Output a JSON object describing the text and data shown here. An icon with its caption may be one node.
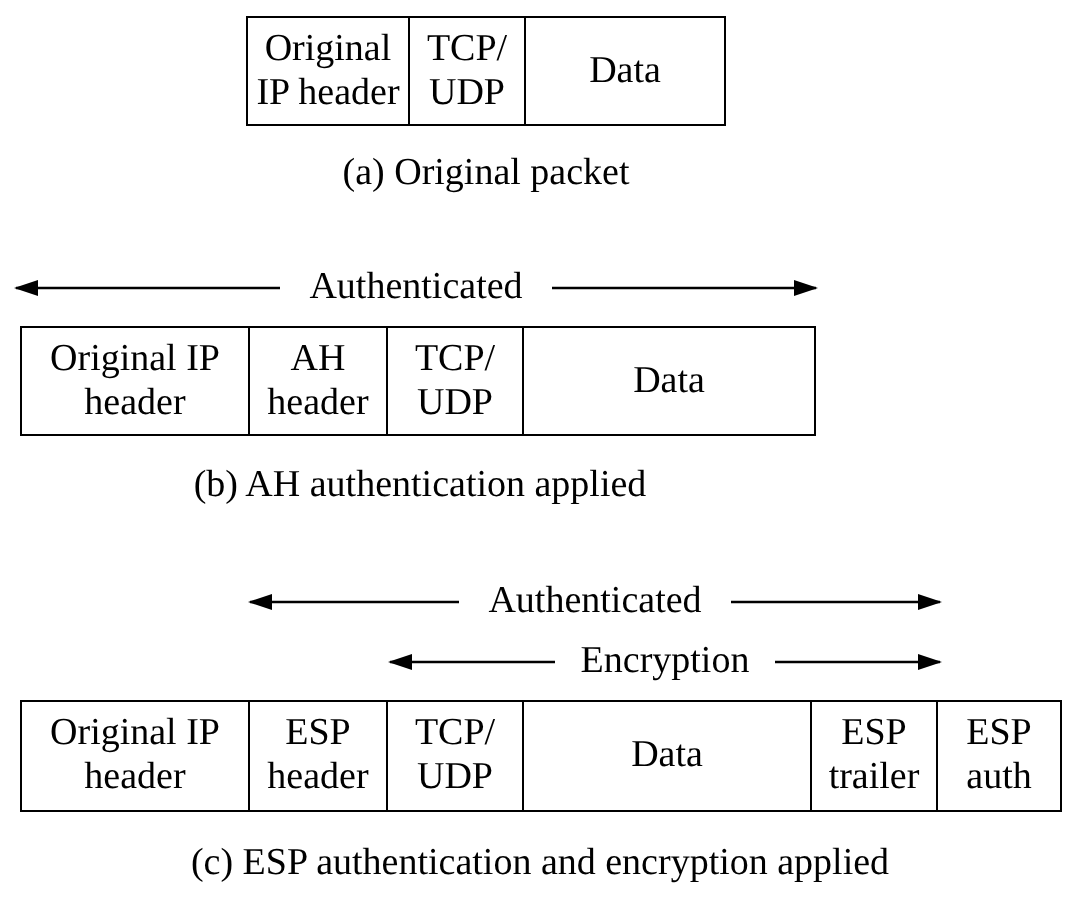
{
  "diagram": {
    "nodes": [
      {
        "text": [
          "Original IP header"
        ]
      },
      {
        "text": [
          "TCP/ UDP"
        ]
      },
      {
        "text": [
          "Data"
        ]
      },
      {
        "text": [
          "Original IP header"
        ]
      },
      {
        "text": [
          "AH header"
        ]
      },
      {
        "text": [
          "TCP/ UDP"
        ]
      },
      {
        "text": [
          "Data"
        ]
      },
      {
        "text": [
          "Original IP header"
        ]
      },
      {
        "text": [
          "ESP header"
        ]
      },
      {
        "text": [
          "TCP/ UDP"
        ]
      },
      {
        "text": [
          "Data"
        ]
      },
      {
        "text": [
          "ESP trailer"
        ]
      },
      {
        "text": [
          "ESP auth"
        ]
      }
    ],
    "labels": [
      "(a) Original packet",
      "Authenticated",
      "(b) AH authentication applied",
      "Authenticated",
      "Encryption",
      "(c) ESP authentication and encryption applied"
    ]
  }
}
